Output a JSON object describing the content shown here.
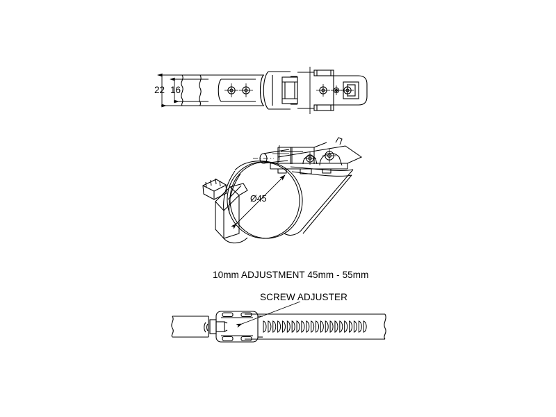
{
  "drawing": {
    "background_color": "#ffffff",
    "line_color": "#000000",
    "title": "Band Clamp Technical Drawing",
    "views": [
      {
        "name": "top-plan-view",
        "description": "Top plan view of clamp band with buckle and over-centre lever"
      },
      {
        "name": "isometric-view",
        "description": "Isometric view of assembled band clamp around pipe"
      },
      {
        "name": "screw-adjuster-detail-view",
        "description": "Detail view of screw adjuster on serrated band"
      }
    ]
  },
  "dimensions": {
    "overall_width": "22",
    "inner_width": "16",
    "diameter_symbol": "Ø",
    "diameter_value": "45",
    "diameter_label": "Ø45"
  },
  "annotations": {
    "adjustment_note": "10mm ADJUSTMENT 45mm - 55mm",
    "screw_adjuster_label": "SCREW ADJUSTER"
  },
  "detail": {
    "serration_teeth_count": 22
  }
}
